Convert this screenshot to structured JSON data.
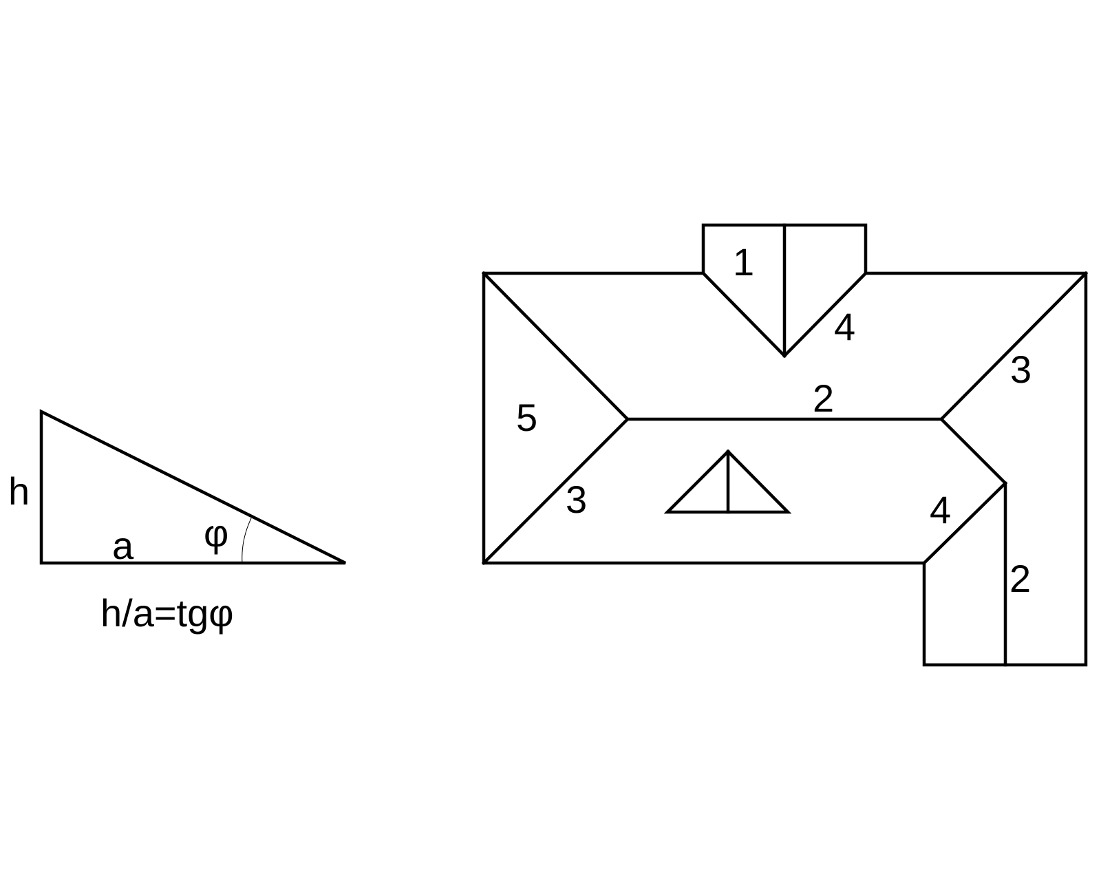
{
  "triangle": {
    "labels": {
      "height": "h",
      "base": "a",
      "angle": "φ"
    },
    "formula": "h/a=tgφ"
  },
  "roof_plan": {
    "slope_labels": [
      "1",
      "4",
      "3",
      "2",
      "5",
      "3",
      "4",
      "2"
    ],
    "dormer_symbol": "triangle-with-vertical-line"
  },
  "colors": {
    "line": "#000000",
    "background": "#ffffff"
  }
}
